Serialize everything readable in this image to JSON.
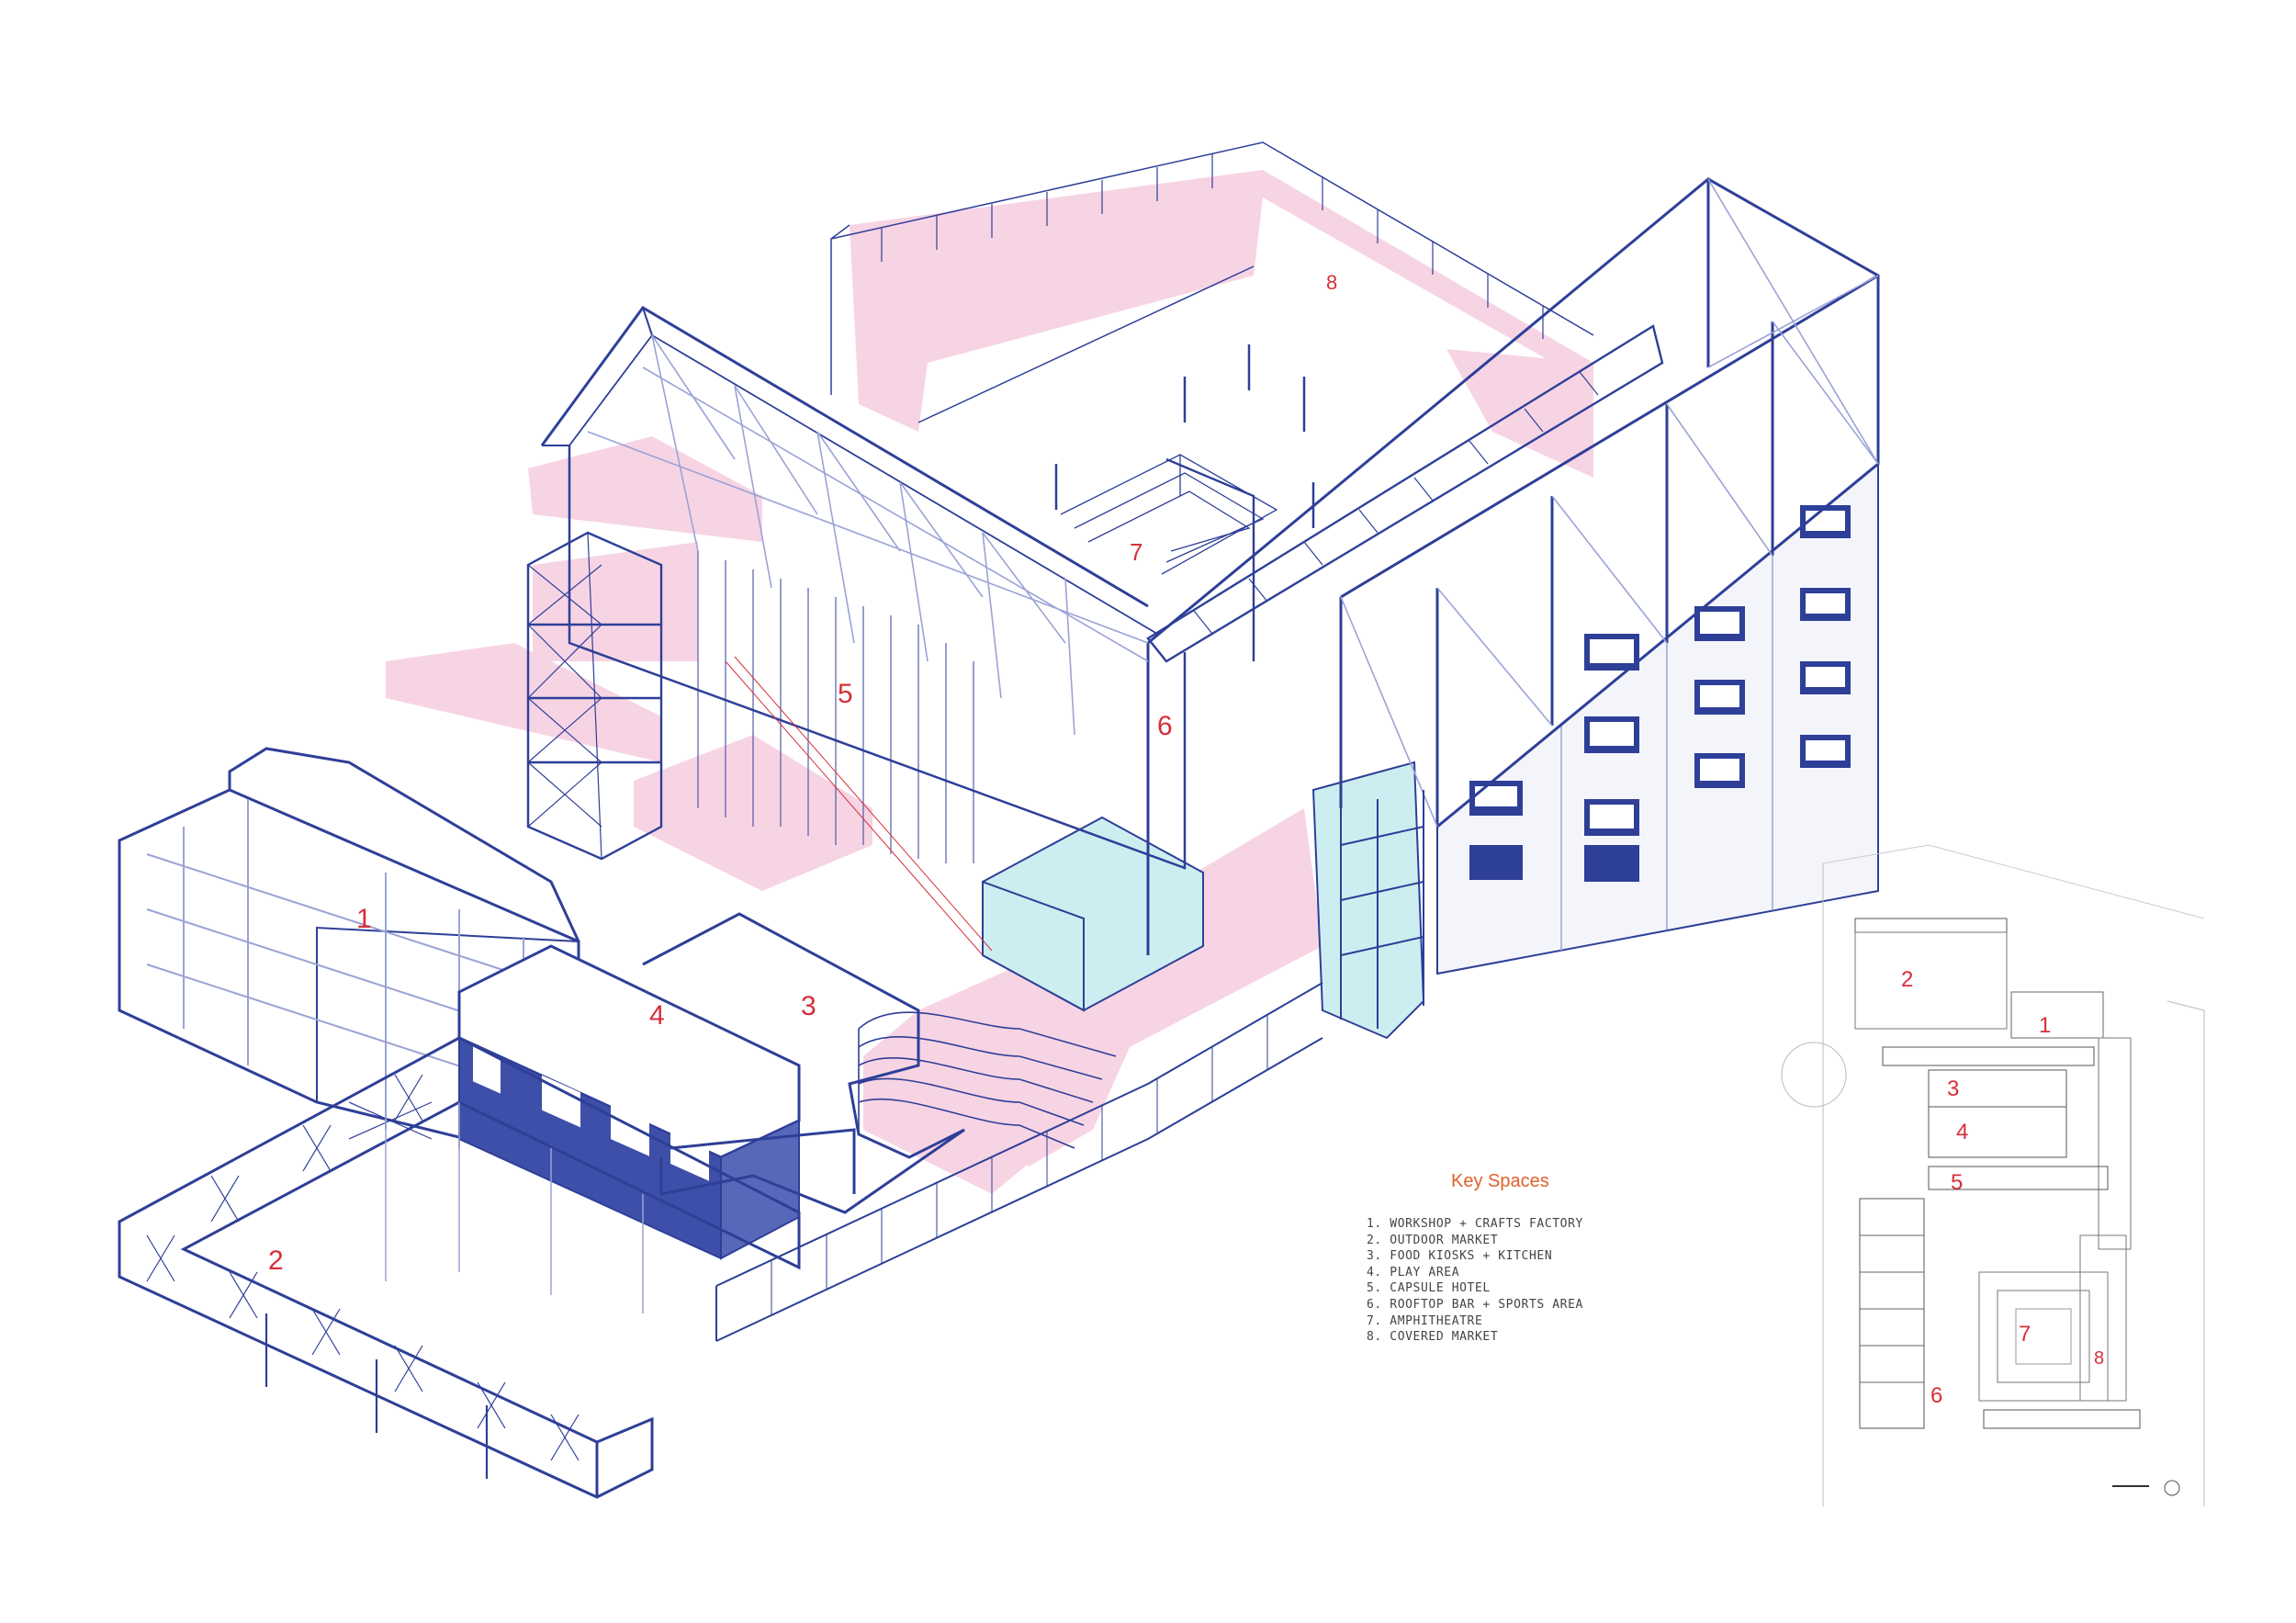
{
  "drawing": {
    "colors": {
      "line": "#2e3f98",
      "light_line": "#9aa3d6",
      "pink": "#f7d4e4",
      "teal": "#cdeef0",
      "label": "#d62f3a",
      "key_title": "#e0602a"
    },
    "axon_labels": [
      "1",
      "2",
      "3",
      "4",
      "5",
      "6",
      "7",
      "8"
    ],
    "plan_labels": [
      "1",
      "2",
      "3",
      "4",
      "5",
      "6",
      "7",
      "8"
    ]
  },
  "legend": {
    "title": "Key Spaces",
    "items": [
      "1. WORKSHOP + CRAFTS FACTORY",
      "2. OUTDOOR MARKET",
      "3. FOOD KIOSKS + KITCHEN",
      "4. PLAY AREA",
      "5. CAPSULE HOTEL",
      "6. ROOFTOP BAR + SPORTS AREA",
      "7. AMPHITHEATRE",
      "8. COVERED MARKET"
    ]
  }
}
